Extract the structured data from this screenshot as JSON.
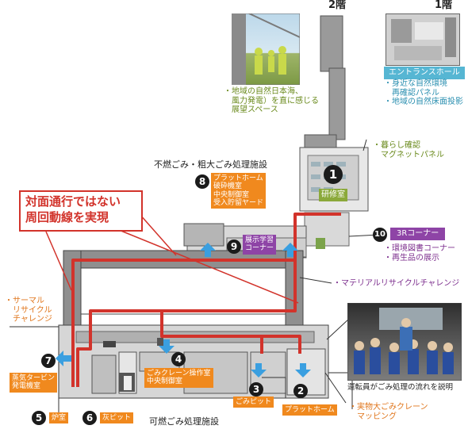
{
  "floors": {
    "floor2": "2階",
    "floor1": "1階"
  },
  "observation_space": {
    "lines": [
      "・地域の自然日本海、",
      "　風力発電）を直に感じる",
      "　展望スペース"
    ]
  },
  "entrance": {
    "title": "エントランスホール",
    "items": [
      "・身近な自然環境",
      "　再確認パネル",
      "・地域の自然床面投影"
    ]
  },
  "magnet_panel": {
    "lines": [
      "・暮らし確認",
      "　マグネットパネル"
    ]
  },
  "nonburnable_facility": "不燃ごみ・粗大ごみ処理施設",
  "stations": [
    {
      "num": "1",
      "label": "研修室"
    },
    {
      "num": "2",
      "label": "プラットホーム"
    },
    {
      "num": "3",
      "label": "ごみピット"
    },
    {
      "num": "4",
      "label": "ごみクレーン操作室\n中央制御室"
    },
    {
      "num": "5",
      "label": "炉室"
    },
    {
      "num": "6",
      "label": "灰ピット"
    },
    {
      "num": "7",
      "label": "蒸気タービン\n発電機室"
    },
    {
      "num": "8",
      "label": "プラットホーム\n破砕機室\n中央制御室\n受入貯留ヤード"
    },
    {
      "num": "9",
      "label": "展示学習\nコーナー"
    },
    {
      "num": "10",
      "label": "3Rコーナー"
    }
  ],
  "callout": {
    "text": "対面通行ではない\n周回動線を実現"
  },
  "three_r_items": [
    "・環境図書コーナー",
    "・再生品の展示"
  ],
  "material_recycle": "・マテリアルリサイクルチャレンジ",
  "thermal_recycle": {
    "lines": [
      "・サーマル",
      "　リサイクル",
      "　チャレンジ"
    ]
  },
  "photo_caption": "運転員がごみ処理の流れを説明",
  "crane_mapping": {
    "lines": [
      "・実物大ごみクレーン",
      "　マッピング"
    ]
  },
  "burnable_facility": "可燃ごみ処理施設",
  "colors": {
    "route": "#d2332b",
    "arrow": "#3a9fe0",
    "building": "#8e8e8e",
    "orange": "#f0891e",
    "purple": "#8e44a6"
  }
}
